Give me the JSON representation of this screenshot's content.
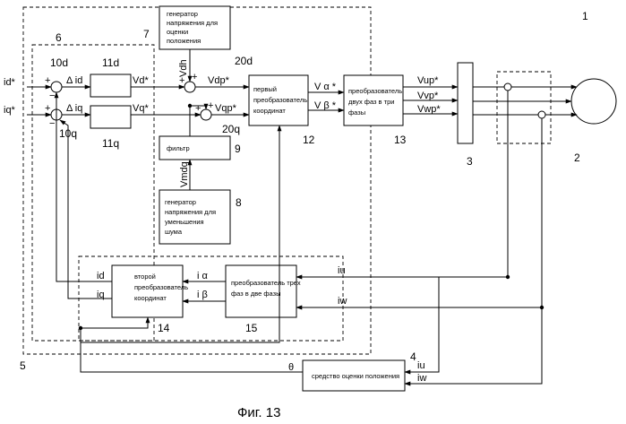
{
  "blocks": {
    "gen_est": [
      "генератор",
      "напряжения для",
      "оценки",
      "положения"
    ],
    "gen_noise": [
      "генератор",
      "напряжения для",
      "уменьшения",
      "шума"
    ],
    "filter": "фильтр",
    "first_conv": [
      "первый",
      "преобразователь",
      "координат"
    ],
    "two_three": [
      "преобразователь",
      "двух фаз в три",
      "фазы"
    ],
    "second_conv": [
      "второй",
      "преобразователь",
      "координат"
    ],
    "three_two": [
      "преобразователь трех",
      "фаз в две фазы"
    ],
    "pos_est": "средство оценки положения"
  },
  "signals": {
    "id_ref": "id*",
    "iq_ref": "iq*",
    "delta_id": "Δ id",
    "delta_iq": "Δ iq",
    "vd": "Vd*",
    "vq": "Vq*",
    "vdh": "Vdh",
    "vdp": "Vdp*",
    "vqp": "Vqp*",
    "vmdq": "Vmdq",
    "valpha": "V α *",
    "vbeta": "V β *",
    "vup": "Vup*",
    "vvp": "Vvp*",
    "vwp": "Vwp*",
    "i_alpha": "i α",
    "i_beta": "i β",
    "id": "id",
    "iq": "iq",
    "iu": "iu",
    "iw": "iw",
    "theta": "θ"
  },
  "signs": {
    "plus": "+",
    "minus": "−"
  },
  "refs": {
    "r1": "1",
    "r2": "2",
    "r3": "3",
    "r4": "4",
    "r5": "5",
    "r6": "6",
    "r7": "7",
    "r8": "8",
    "r9": "9",
    "r10d": "10d",
    "r10q": "10q",
    "r11d": "11d",
    "r11q": "11q",
    "r12": "12",
    "r13": "13",
    "r14": "14",
    "r15": "15",
    "r20d": "20d",
    "r20q": "20q"
  },
  "caption": "Фиг. 13"
}
